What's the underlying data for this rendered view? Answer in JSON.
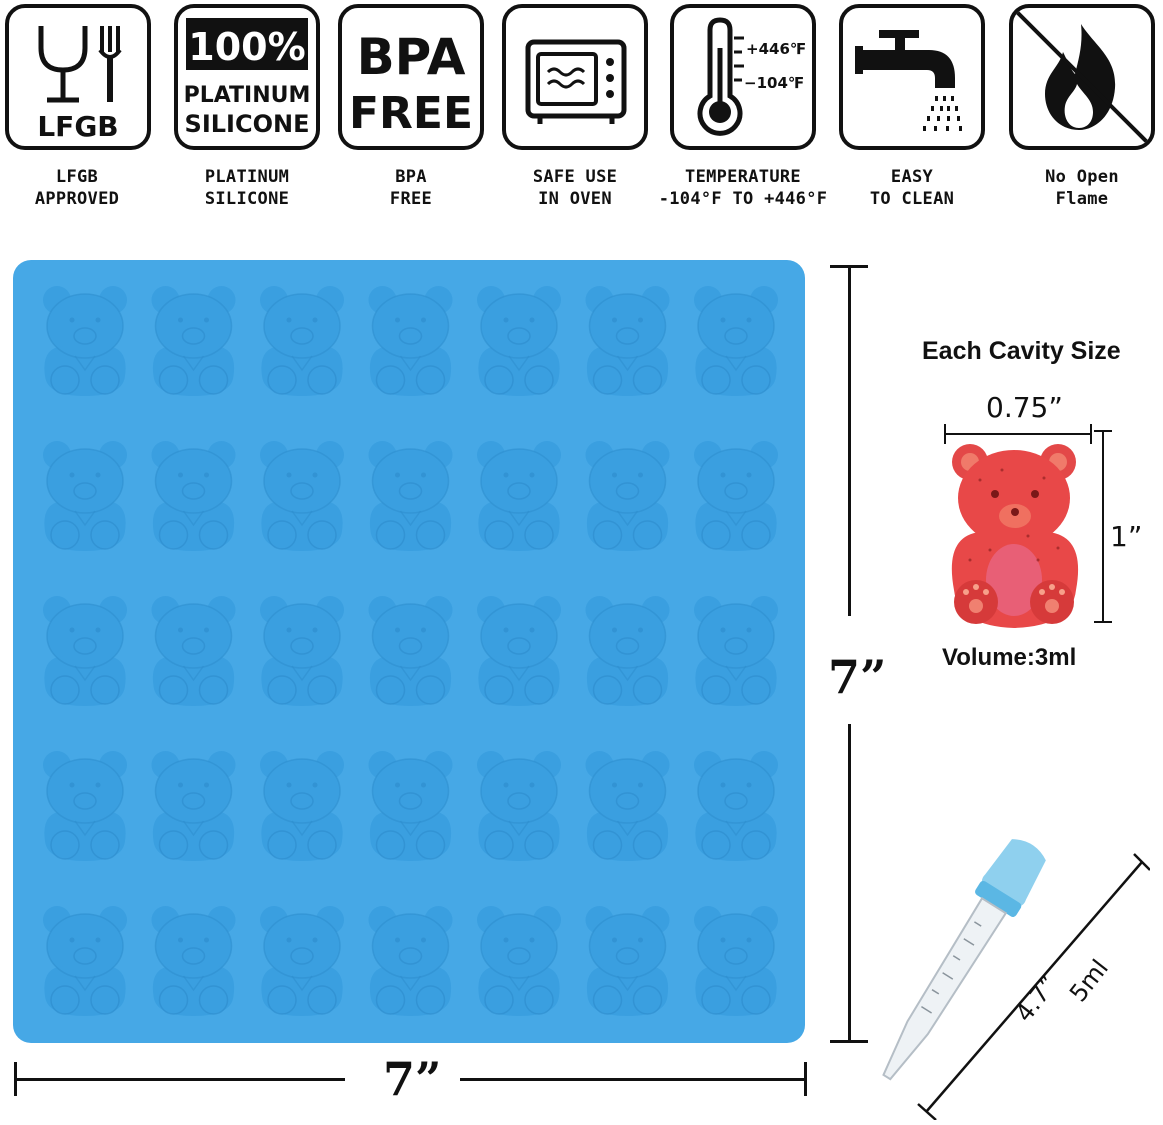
{
  "badges": [
    {
      "id": "lfgb",
      "icon": "food-safe-icon",
      "label": "LFGB",
      "caption": [
        "LFGB",
        "APPROVED"
      ]
    },
    {
      "id": "platinum",
      "icon": "silicone-icon",
      "label": [
        "100%",
        "PLATINUM",
        "SILICONE"
      ],
      "caption": [
        "PLATINUM",
        "SILICONE"
      ]
    },
    {
      "id": "bpa",
      "icon": "bpa-free-icon",
      "label": [
        "BPA",
        "FREE"
      ],
      "caption": [
        "BPA",
        "FREE"
      ]
    },
    {
      "id": "oven",
      "icon": "microwave-oven-icon",
      "caption": [
        "SAFE USE",
        "IN OVEN"
      ]
    },
    {
      "id": "temp",
      "icon": "thermometer-icon",
      "label": [
        "+446℉",
        "−104℉"
      ],
      "caption": [
        "TEMPERATURE",
        "-104°F TO +446°F"
      ]
    },
    {
      "id": "clean",
      "icon": "faucet-icon",
      "caption": [
        "EASY",
        "TO CLEAN"
      ]
    },
    {
      "id": "flame",
      "icon": "no-flame-icon",
      "caption": [
        "No Open",
        "Flame"
      ]
    }
  ],
  "mold": {
    "rows": 5,
    "cols": 7,
    "color": "#46a8e6",
    "cavity_color": "#3a9fe0",
    "width_label": "7”",
    "height_label": "7”"
  },
  "cavity": {
    "heading": "Each Cavity Size",
    "width_label": "0.75”",
    "height_label": "1”",
    "volume_label": "Volume:3ml",
    "gummy_color": "#e8484a"
  },
  "dropper": {
    "length_label": "4.7”",
    "volume_label": "5ml",
    "bulb_color": "#8fd0ee"
  }
}
